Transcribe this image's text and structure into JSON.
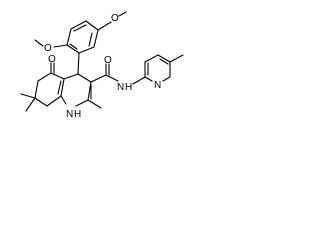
{
  "diagram": {
    "kind": "chemical-structure",
    "labels": {
      "o_methoxy_top": "O",
      "o_methoxy_left": "O",
      "o_ketone": "O",
      "o_amide": "O",
      "n_amide_nh": "N",
      "h_amide_nh": "H",
      "n_pyridine": "N",
      "n_ring_nh": "N",
      "h_ring_nh": "H"
    }
  }
}
